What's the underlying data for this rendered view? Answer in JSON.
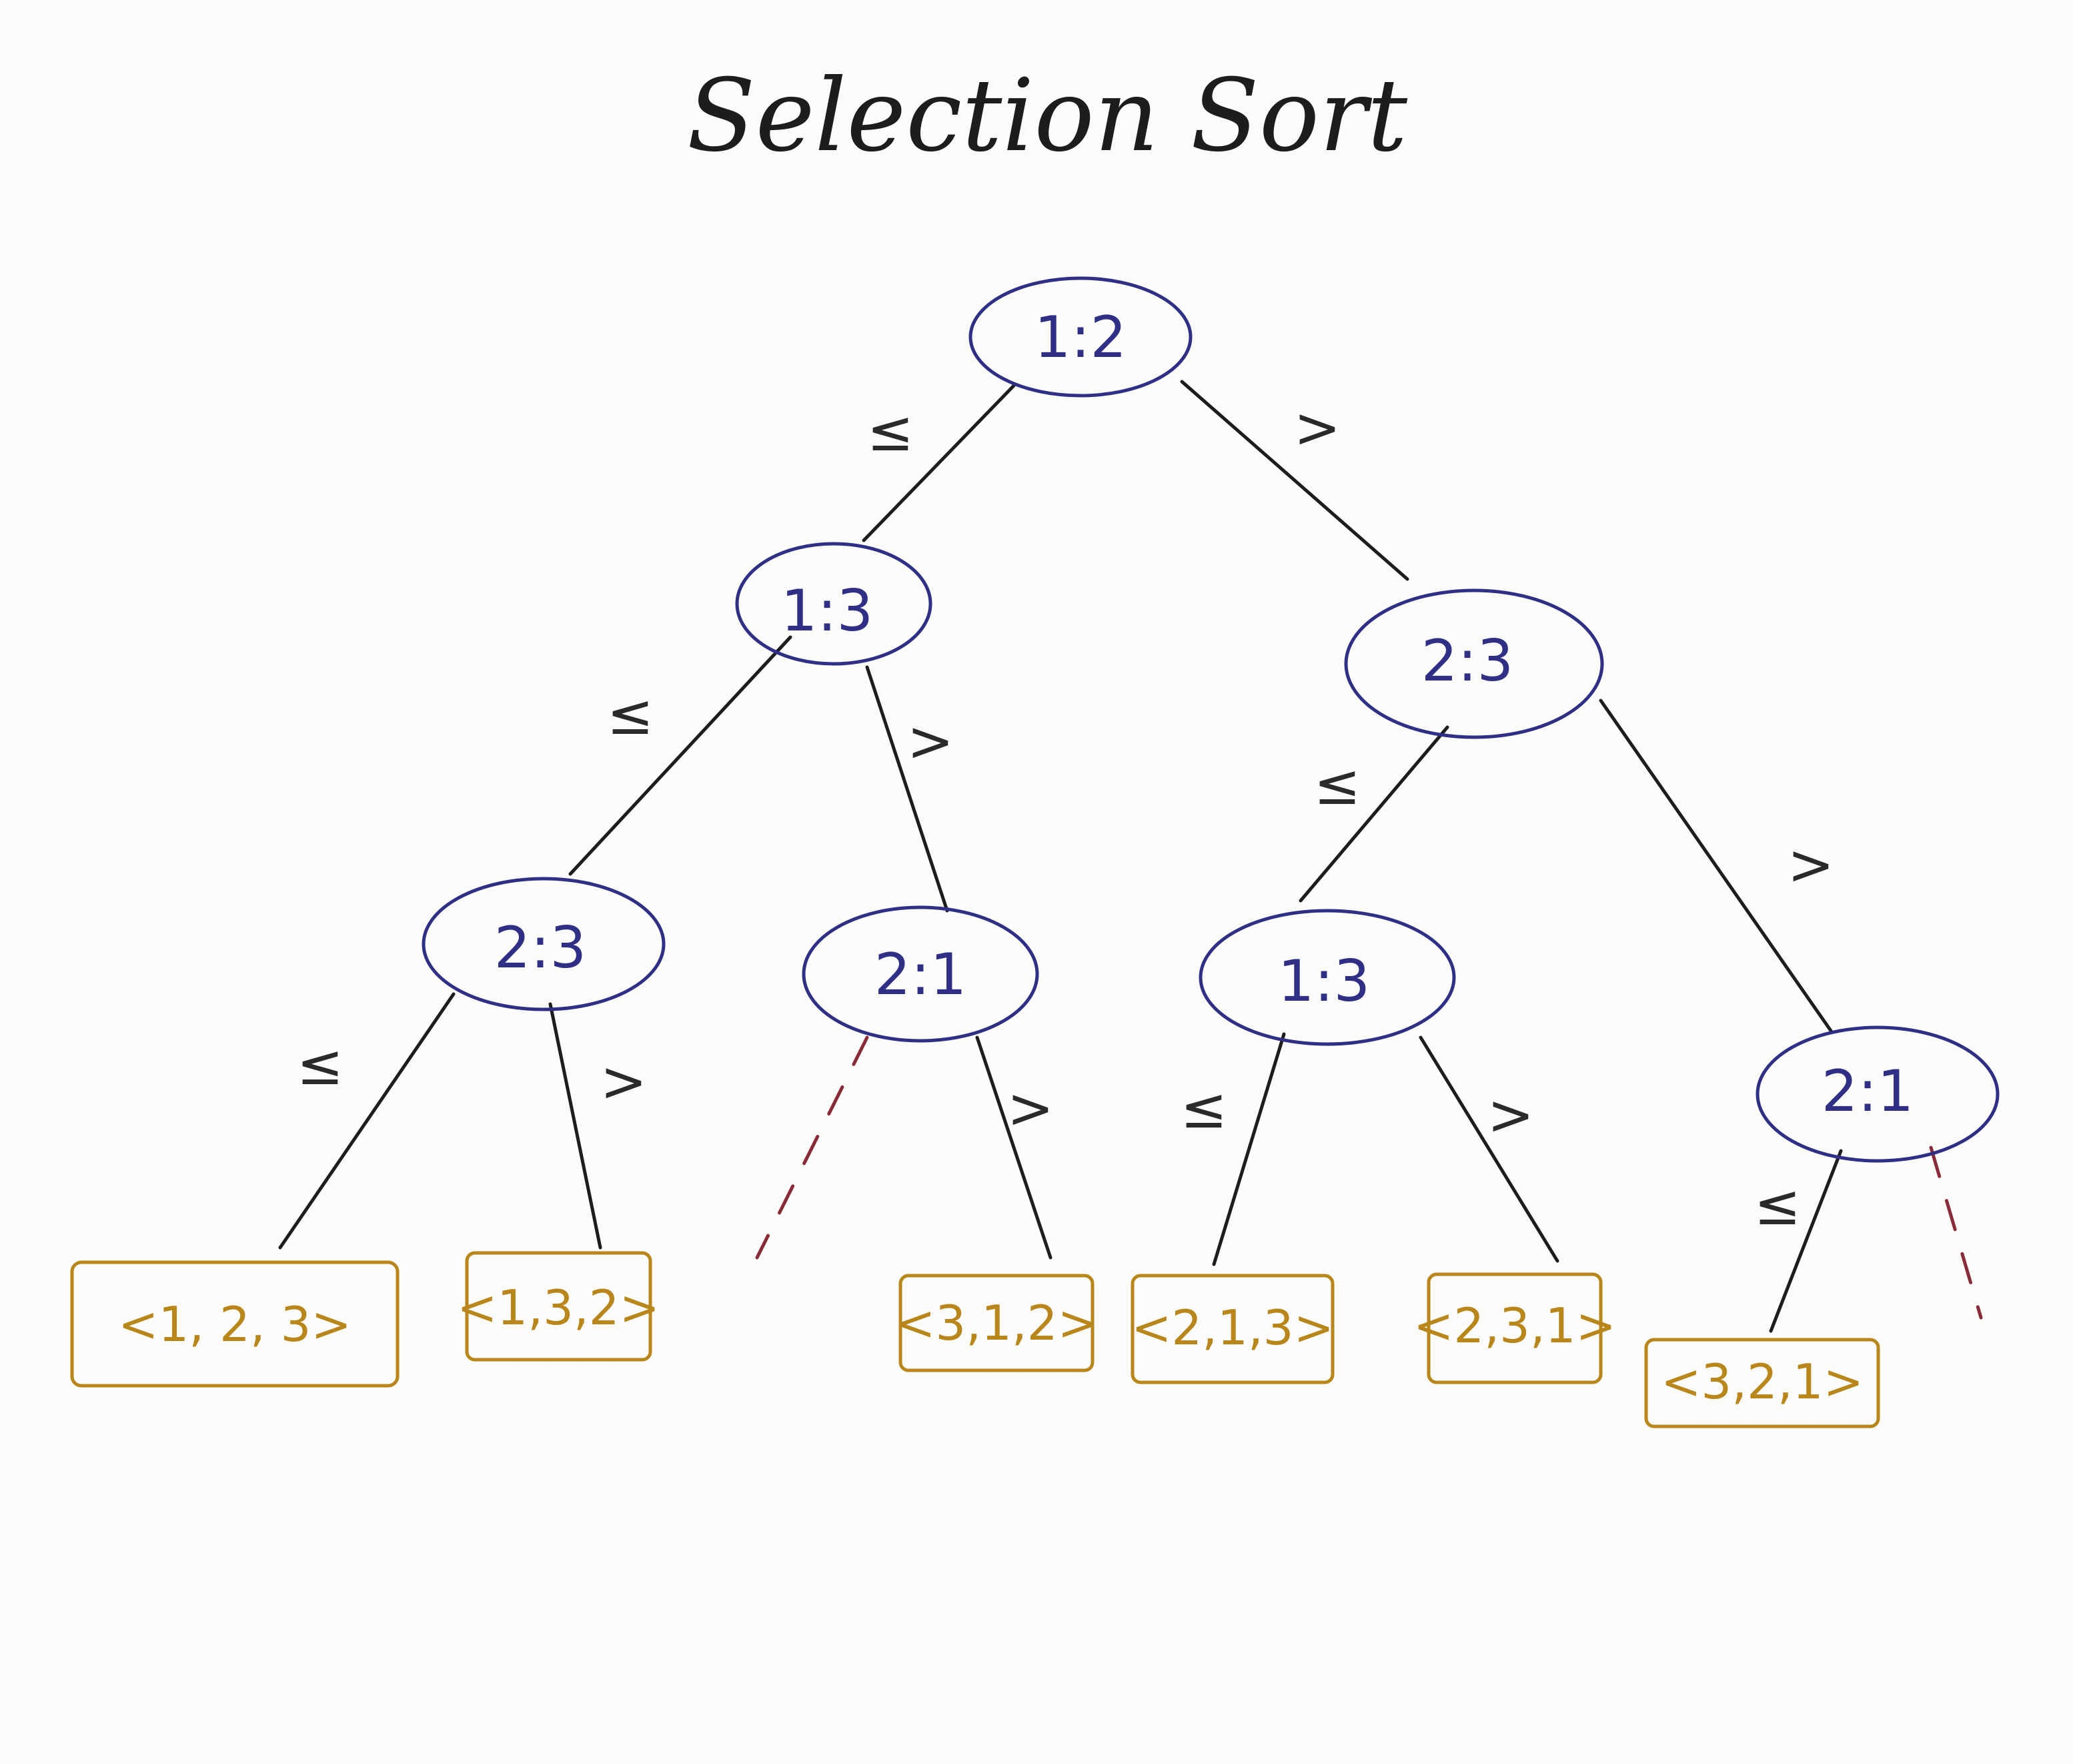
{
  "title": "Selection Sort",
  "colors": {
    "node_stroke": "#2f2f86",
    "leaf_stroke": "#b8861a",
    "edge_stroke": "#1d1d1d",
    "dashed_edge": "#8a2b3a",
    "paper": "#fbfbf9"
  },
  "edge_labels": {
    "le": "≤",
    "gt": ">"
  },
  "nodes": [
    {
      "id": "n-root",
      "label": "1:2"
    },
    {
      "id": "n-l",
      "label": "1:3"
    },
    {
      "id": "n-r",
      "label": "2:3"
    },
    {
      "id": "n-ll",
      "label": "2:3"
    },
    {
      "id": "n-lr",
      "label": "2:1"
    },
    {
      "id": "n-rl",
      "label": "1:3"
    },
    {
      "id": "n-rr",
      "label": "2:1"
    }
  ],
  "leaves": [
    {
      "id": "leaf-1",
      "label": "<1, 2, 3>"
    },
    {
      "id": "leaf-2",
      "label": "<1,3,2>"
    },
    {
      "id": "leaf-3",
      "label": "<3,1,2>"
    },
    {
      "id": "leaf-4",
      "label": "<2,1,3>"
    },
    {
      "id": "leaf-5",
      "label": "<2,3,1>"
    },
    {
      "id": "leaf-6",
      "label": "<3,2,1>"
    }
  ]
}
